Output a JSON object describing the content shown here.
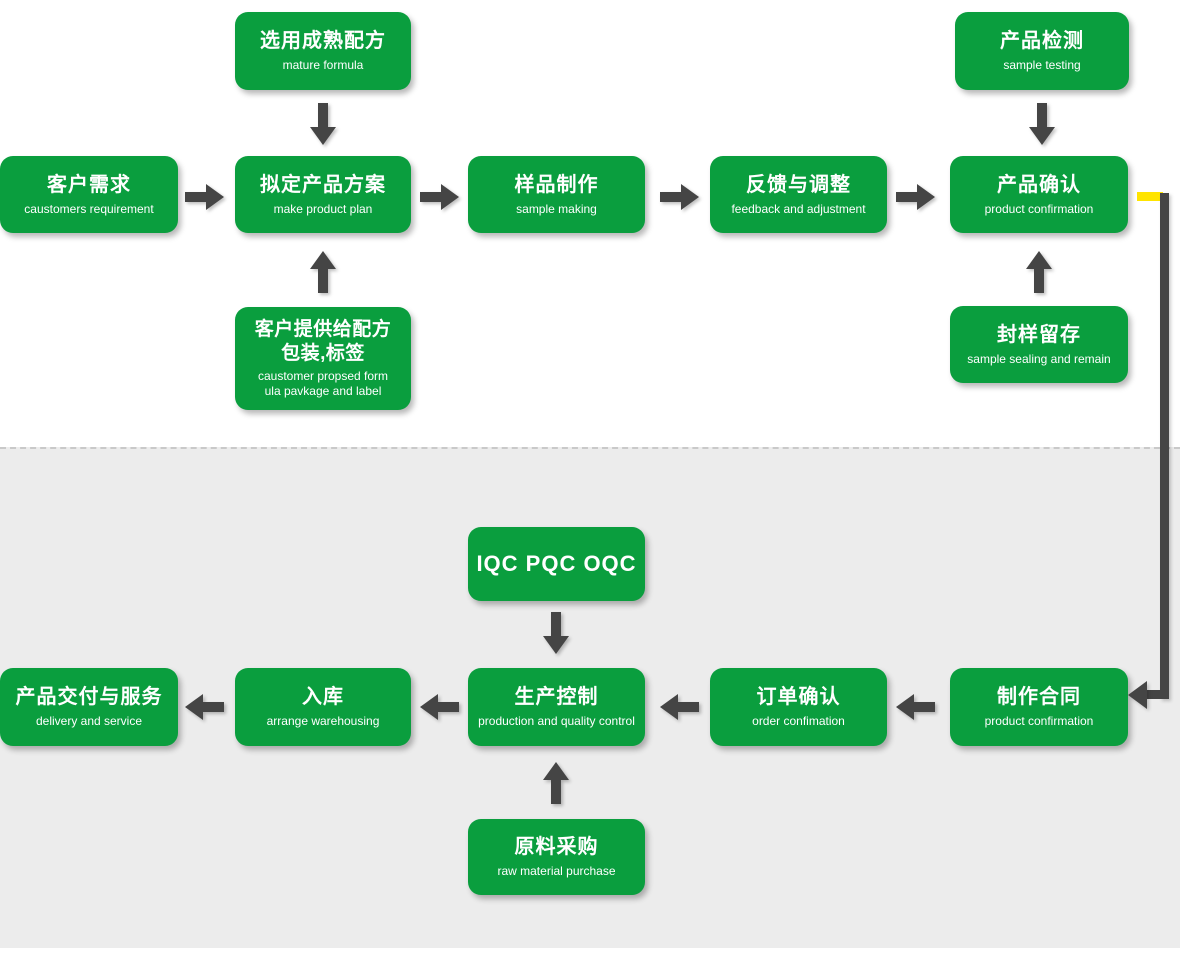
{
  "colors": {
    "box_green": "#0a9e3e",
    "arrow_gray": "#454545",
    "connector_yellow": "#ffe400",
    "bottom_section_bg": "#ececec",
    "top_section_bg": "#ffffff",
    "text_white": "#ffffff"
  },
  "nodes": {
    "mature_formula": {
      "title": "选用成熟配方",
      "subtitle": "mature formula"
    },
    "sample_testing": {
      "title": "产品检测",
      "subtitle": "sample testing"
    },
    "customers_requirement": {
      "title": "客户需求",
      "subtitle": "caustomers requirement"
    },
    "make_product_plan": {
      "title": "拟定产品方案",
      "subtitle": "make product plan"
    },
    "sample_making": {
      "title": "样品制作",
      "subtitle": "sample making"
    },
    "feedback_adjustment": {
      "title": "反馈与调整",
      "subtitle": "feedback and adjustment"
    },
    "product_confirmation": {
      "title": "产品确认",
      "subtitle": "product confirmation"
    },
    "customer_formula": {
      "title_line1": "客户提供给配方",
      "title_line2": "包装,标签",
      "subtitle_line1": "caustomer propsed form",
      "subtitle_line2": "ula pavkage and label"
    },
    "sample_sealing": {
      "title": "封样留存",
      "subtitle": "sample sealing and remain"
    },
    "iqc_pqc_oqc": {
      "title": "IQC PQC OQC"
    },
    "production_control": {
      "title": "生产控制",
      "subtitle": "production and quality control"
    },
    "order_confirmation": {
      "title": "订单确认",
      "subtitle": "order confimation"
    },
    "make_contract": {
      "title": "制作合同",
      "subtitle": "product confirmation"
    },
    "warehousing": {
      "title": "入库",
      "subtitle": "arrange warehousing"
    },
    "delivery_service": {
      "title": "产品交付与服务",
      "subtitle": "delivery and service"
    },
    "raw_material": {
      "title": "原料采购",
      "subtitle": "raw material purchase"
    }
  }
}
